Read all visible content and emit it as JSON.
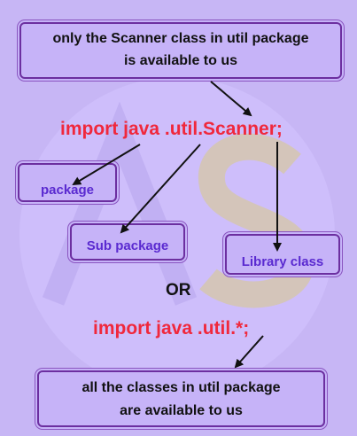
{
  "top_box": {
    "line1": "only the Scanner class in util package",
    "line2": "is available to us"
  },
  "import_scanner": "import  java .util.Scanner;",
  "labels": {
    "package": "package",
    "sub_package": "Sub package",
    "library_class": "Library class"
  },
  "or_text": "OR",
  "import_all": "import  java .util.*;",
  "bottom_box": {
    "line1": "all the classes in util package",
    "line2": "are available to us"
  },
  "watermark": {
    "letters": "AS",
    "letter_color": "#d9c98f",
    "circle_color": "#d4c5ff"
  },
  "colors": {
    "background": "#c7b6f5",
    "code": "#f0283c",
    "label": "#5a2ad0",
    "border": "#6c2fa0"
  }
}
